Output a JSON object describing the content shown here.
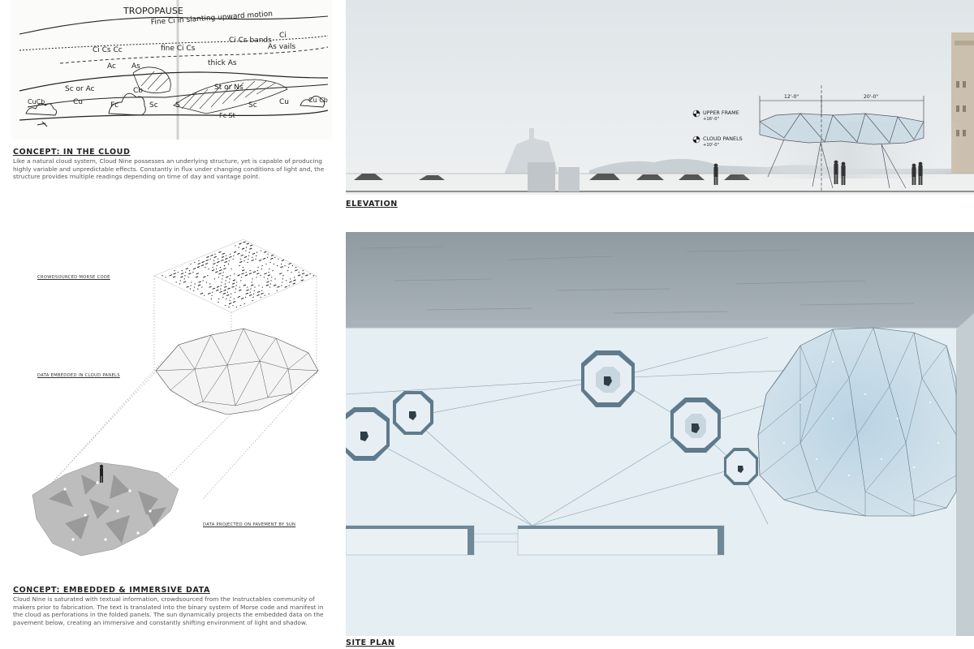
{
  "cloud_sketch": {
    "labels": [
      "TROPOPAUSE",
      "Fine Ci in slanting upward motion",
      "Ci Cs Cc",
      "fine Ci Cs",
      "Ci Cs bands",
      "Ci",
      "As veils",
      "Ac",
      "As",
      "thick As",
      "Sc or Ac",
      "St or Ns",
      "CuCb",
      "Cu",
      "Cb",
      "Fc",
      "Sc",
      "S",
      "Sc",
      "Cu",
      "Fc St",
      "Cu Cb"
    ]
  },
  "concept_cloud": {
    "heading": "CONCEPT: IN THE CLOUD",
    "body": "Like a natural cloud system, Cloud Nine possesses an underlying structure, yet is capable of producing highly variable and unpredictable effects. Constantly in flux under changing conditions of light and, the structure provides multiple readings depending on time of day and vantage point."
  },
  "diagram": {
    "label_morse": "CROWDSOURCED MORSE CODE",
    "label_panels": "DATA EMBEDDED IN CLOUD PANELS",
    "label_pavement": "DATA PROJECTED ON PAVEMENT BY SUN"
  },
  "concept_data": {
    "heading": "CONCEPT: EMBEDDED & IMMERSIVE DATA",
    "body": "Cloud Nine is saturated with textual information, crowdsourced from the Instructables community of makers prior to fabrication. The text is translated into the binary system of Morse code and manifest in the cloud as perforations in the folded panels. The sun dynamically projects the embedded data on the pavement below, creating an immersive and constantly shifting environment of light and shadow."
  },
  "elevation": {
    "caption": "ELEVATION",
    "upper_frame_label": "UPPER FRAME",
    "upper_frame_height": "+16'-0\"",
    "cloud_panels_label": "CLOUD PANELS",
    "cloud_panels_height": "+10'-0\"",
    "dim_left": "12'-0\"",
    "dim_right": "20'-0\""
  },
  "site_plan": {
    "caption": "SITE PLAN"
  }
}
